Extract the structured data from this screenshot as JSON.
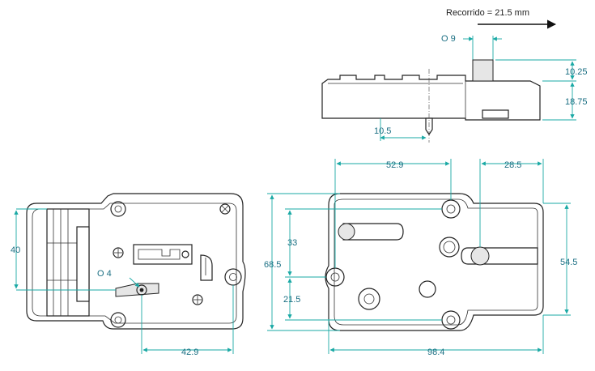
{
  "labels": {
    "stroke": "Recorrido = 21.5 mm",
    "shaft_diameter": "O 9",
    "height_top": "10.25",
    "height_body": "18.75",
    "pin_offset": "10.5",
    "left_height": "40",
    "hole_diameter": "O 4",
    "left_width": "42.9",
    "right_top_width": "52.9",
    "right_top_offset": "28.5",
    "right_height_33": "33",
    "right_height_685": "68.5",
    "right_height_215": "21.5",
    "right_height_545": "54.5",
    "right_total_width": "98.4"
  },
  "colors": {
    "dimension_line": "#1aa9a5",
    "dimension_text": "#1b6f83",
    "outline": "#222222"
  }
}
